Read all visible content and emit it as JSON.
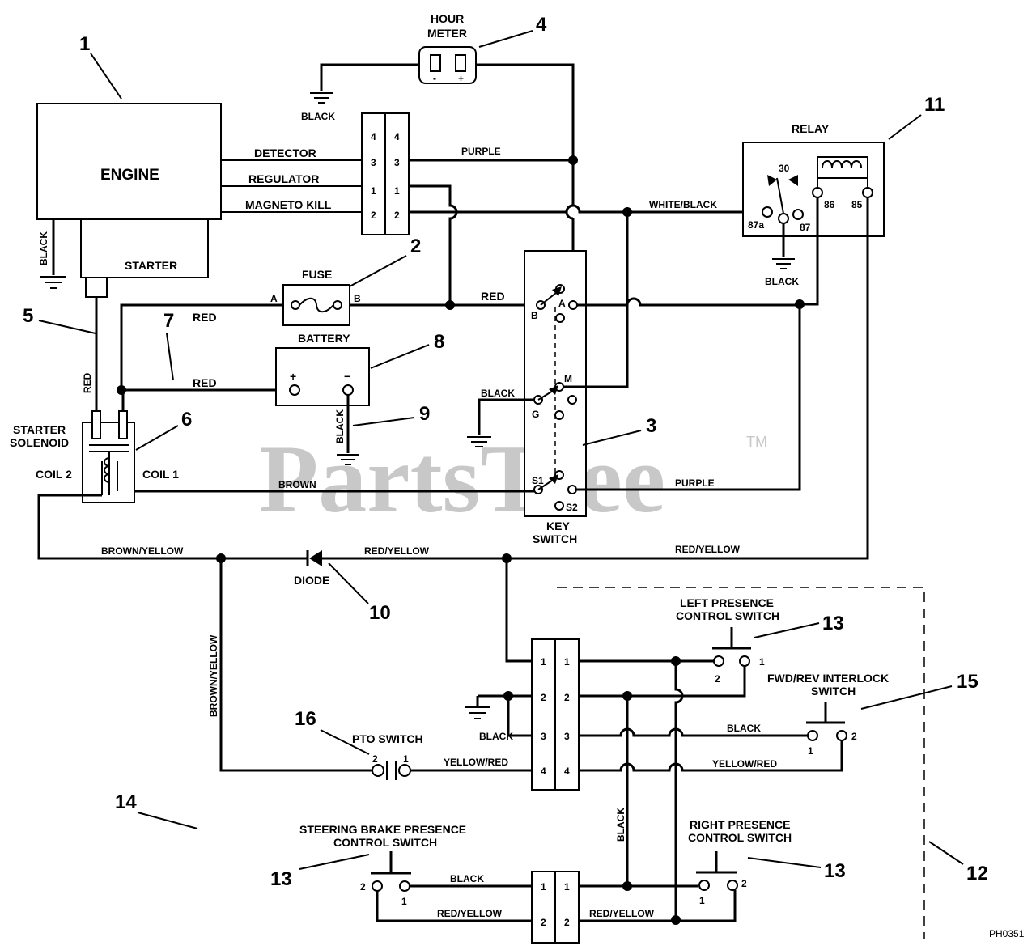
{
  "watermark": {
    "text": "PartsTree",
    "tm": "TM"
  },
  "drawing_code": "PH0351",
  "components": {
    "engine": "ENGINE",
    "starter": "STARTER",
    "hour_meter": [
      "HOUR",
      "METER"
    ],
    "fuse": "FUSE",
    "battery": "BATTERY",
    "relay": "RELAY",
    "key_switch": [
      "KEY",
      "SWITCH"
    ],
    "starter_solenoid": [
      "STARTER",
      "SOLENOID"
    ],
    "coil1": "COIL 1",
    "coil2": "COIL 2",
    "diode": "DIODE",
    "left_presence": [
      "LEFT PRESENCE",
      "CONTROL SWITCH"
    ],
    "fwd_rev": [
      "FWD/REV INTERLOCK",
      "SWITCH"
    ],
    "pto": "PTO SWITCH",
    "steering_brake": [
      "STEERING BRAKE PRESENCE",
      "CONTROL SWITCH"
    ],
    "right_presence": [
      "RIGHT PRESENCE",
      "CONTROL SWITCH"
    ]
  },
  "engine_outputs": [
    "DETECTOR",
    "REGULATOR",
    "MAGNETO KILL"
  ],
  "wire_labels": {
    "black": "BLACK",
    "red": "RED",
    "purple": "PURPLE",
    "white_black": "WHITE/BLACK",
    "brown": "BROWN",
    "brown_yellow": "BROWN/YELLOW",
    "red_yellow": "RED/YELLOW",
    "yellow_red": "YELLOW/RED"
  },
  "terminal_labels": {
    "fuse": [
      "A",
      "B"
    ],
    "battery": [
      "+",
      "−"
    ],
    "meter": [
      "-",
      "+"
    ],
    "relay": [
      "30",
      "87a",
      "87",
      "86",
      "85"
    ],
    "key": [
      "A",
      "B",
      "M",
      "G",
      "S1",
      "S2"
    ],
    "connector_engine": [
      [
        "4",
        "4"
      ],
      [
        "3",
        "3"
      ],
      [
        "1",
        "1"
      ],
      [
        "2",
        "2"
      ]
    ],
    "connector_main": [
      [
        "1",
        "1"
      ],
      [
        "2",
        "2"
      ],
      [
        "3",
        "3"
      ],
      [
        "4",
        "4"
      ]
    ],
    "connector_small": [
      [
        "1",
        "1"
      ],
      [
        "2",
        "2"
      ]
    ],
    "switch_pins": [
      "1",
      "2"
    ]
  },
  "callouts": [
    "1",
    "2",
    "3",
    "4",
    "5",
    "6",
    "7",
    "8",
    "9",
    "10",
    "11",
    "12",
    "13",
    "14",
    "15",
    "16"
  ]
}
